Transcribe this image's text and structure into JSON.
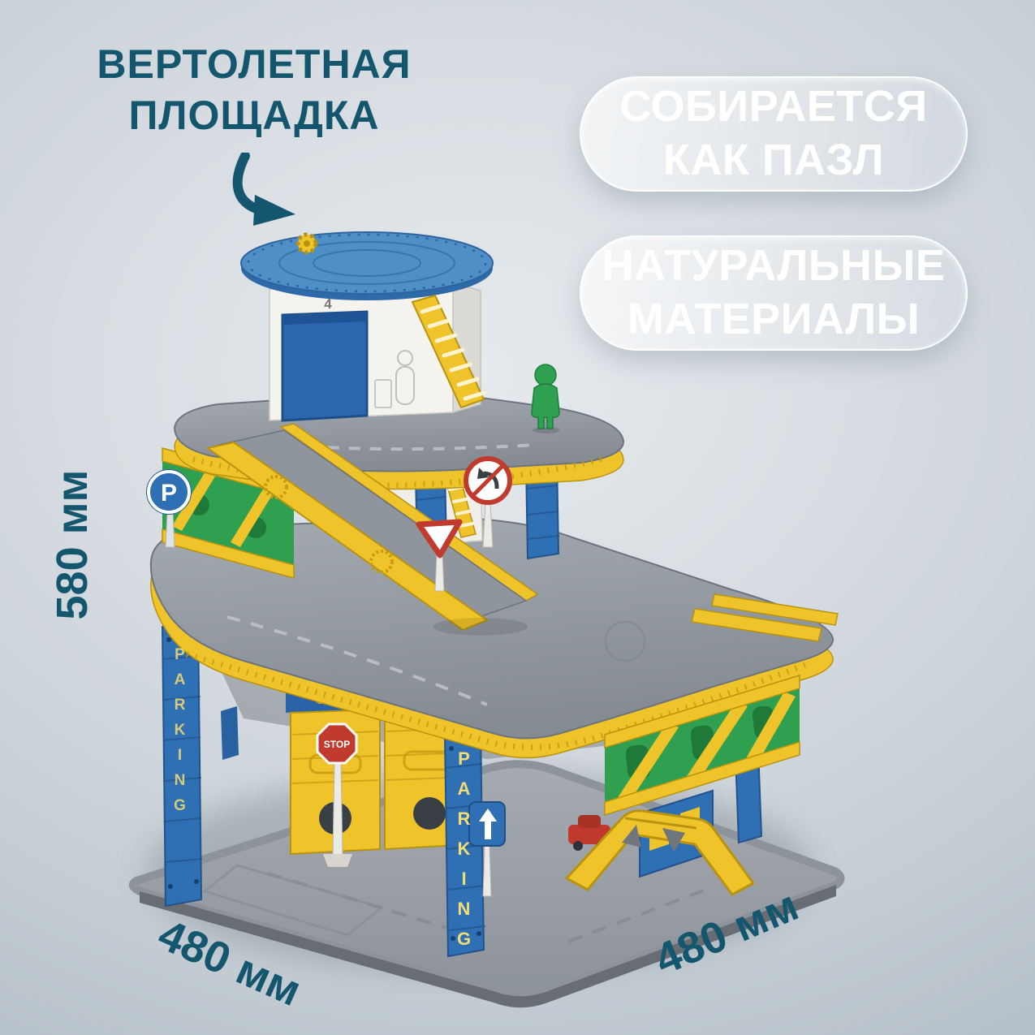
{
  "accent_color": "#14566E",
  "callout": {
    "line1": "ВЕРТОЛЕТНАЯ",
    "line2": "ПЛОЩАДКА"
  },
  "badges": [
    {
      "line1": "СОБИРАЕТСЯ",
      "line2": "КАК ПАЗЛ"
    },
    {
      "line1": "НАТУРАЛЬНЫЕ",
      "line2": "МАТЕРИАЛЫ"
    }
  ],
  "dimensions": {
    "height": "580 мм",
    "side_left": "480 мм",
    "side_right": "480 мм"
  },
  "toy": {
    "tower_number": "4",
    "stop_sign": "STOP",
    "parking_letter": "P",
    "parking_word": "PARKING",
    "colors": {
      "yellow": "#EFC32A",
      "blue": "#2F6FB4",
      "green": "#2FA04F",
      "deck_gray": "#8F959C",
      "helipad_blue": "#4E8FC7",
      "red": "#C13A2E",
      "white": "#F4F3EE"
    }
  }
}
